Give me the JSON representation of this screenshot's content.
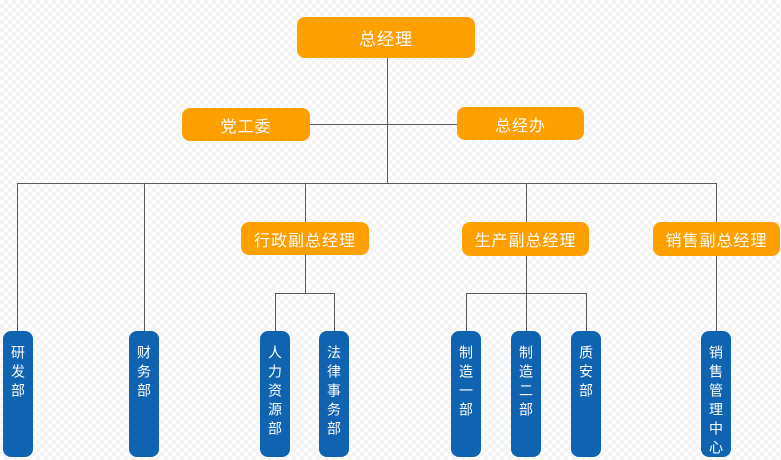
{
  "diagram": {
    "type": "organization-chart",
    "root": {
      "label": "总经理"
    },
    "staff_nodes": [
      {
        "label": "党工委"
      },
      {
        "label": "总经办"
      }
    ],
    "deputy_nodes": [
      {
        "label": "行政副总经理"
      },
      {
        "label": "生产副总经理"
      },
      {
        "label": "销售副总经理"
      }
    ],
    "department_nodes": [
      {
        "label": "研发部"
      },
      {
        "label": "财务部"
      },
      {
        "label": "人力资源部"
      },
      {
        "label": "法律事务部"
      },
      {
        "label": "制造一部"
      },
      {
        "label": "制造二部"
      },
      {
        "label": "质安部"
      },
      {
        "label": "销售管理中心"
      }
    ],
    "colors": {
      "manager_node": "#FFA001",
      "department_node": "#1063B1",
      "connector": "#58585A",
      "node_text": "#FFFFFF",
      "background_checker": "#F4F4F6"
    }
  }
}
